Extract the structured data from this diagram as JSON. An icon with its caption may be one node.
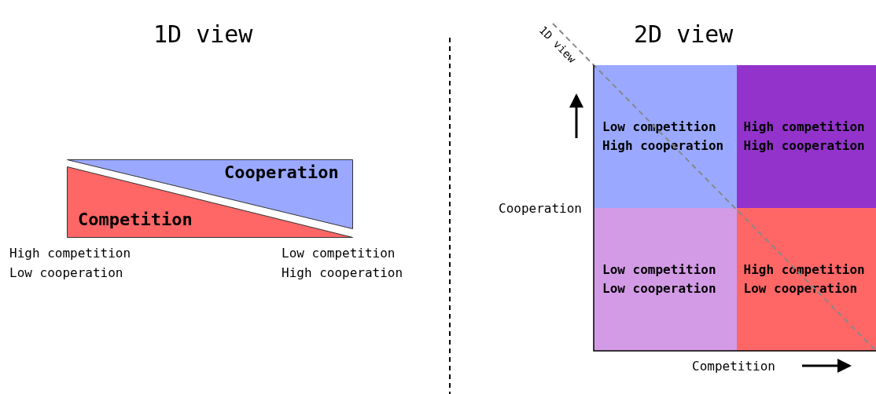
{
  "diagram": {
    "nodes": [
      {
        "text": [
          "Cooperation"
        ]
      },
      {
        "text": [
          "Competition"
        ]
      },
      {
        "text": [
          "Low competition High cooperation"
        ]
      },
      {
        "text": [
          "High competition High cooperation"
        ]
      },
      {
        "text": [
          "Low competition Low cooperation"
        ]
      },
      {
        "text": [
          "High competition Low cooperation"
        ]
      }
    ],
    "edges": [],
    "labels": [
      "1D view",
      "2D view",
      "High competition Low cooperation",
      "Low competition High cooperation",
      "1D view",
      "Cooperation",
      "Competition"
    ]
  }
}
